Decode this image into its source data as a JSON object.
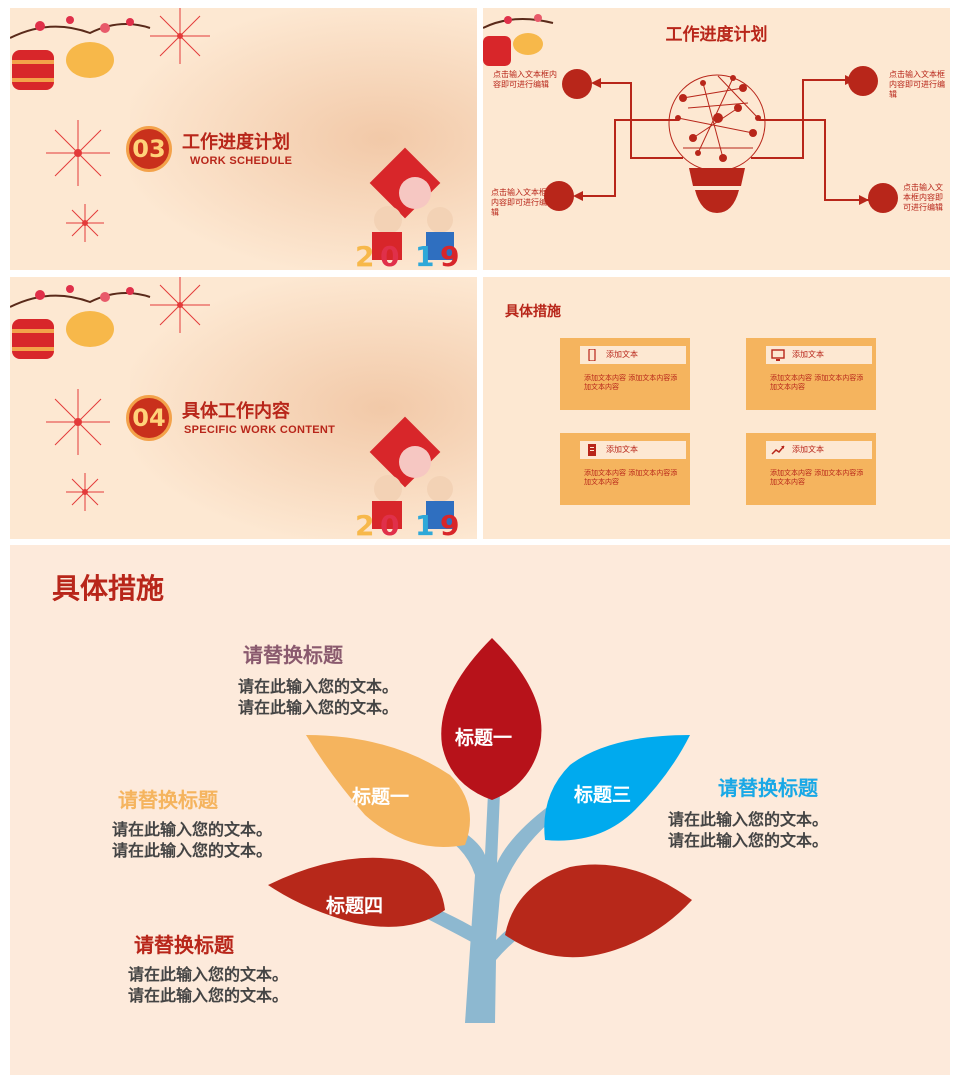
{
  "slide1": {
    "number": "03",
    "title": "工作进度计划",
    "subtitle": "WORK SCHEDULE"
  },
  "slide2": {
    "title": "工作进度计划",
    "captions": [
      "点击输入文本框内容即可进行编辑",
      "点击输入文本框内容即可进行编辑",
      "点击输入文本框内容即可进行编辑",
      "点击输入文本框内容即可进行编辑"
    ]
  },
  "slide3": {
    "number": "04",
    "title": "具体工作内容",
    "subtitle": "SPECIFIC WORK CONTENT"
  },
  "slide4": {
    "title": "具体措施",
    "cards": [
      {
        "label": "添加文本",
        "text": "添加文本内容 添加文本内容添加文本内容",
        "icon": "phone-icon"
      },
      {
        "label": "添加文本",
        "text": "添加文本内容 添加文本内容添加文本内容",
        "icon": "monitor-icon"
      },
      {
        "label": "添加文本",
        "text": "添加文本内容 添加文本内容添加文本内容",
        "icon": "document-icon"
      },
      {
        "label": "添加文本",
        "text": "添加文本内容 添加文本内容添加文本内容",
        "icon": "chart-icon"
      }
    ]
  },
  "slide5": {
    "title": "具体措施",
    "leaves": [
      "标题一",
      "标题一",
      "标题三",
      "标题四"
    ],
    "blocks": [
      {
        "heading": "请替换标题",
        "line1": "请在此输入您的文本。",
        "line2": "请在此输入您的文本。",
        "color": "#8a5a6e"
      },
      {
        "heading": "请替换标题",
        "line1": "请在此输入您的文本。",
        "line2": "请在此输入您的文本。",
        "color": "#f5b45e"
      },
      {
        "heading": "请替换标题",
        "line1": "请在此输入您的文本。",
        "line2": "请在此输入您的文本。",
        "color": "#b8261a"
      },
      {
        "heading": "请替换标题",
        "line1": "请在此输入您的文本。",
        "line2": "请在此输入您的文本。",
        "color": "#19a8e6"
      }
    ]
  },
  "colors": {
    "red": "#b8261a",
    "orange": "#f5b45e",
    "blue": "#00aaee",
    "trunk": "#8db8d0",
    "bg": "#fde8d2"
  }
}
